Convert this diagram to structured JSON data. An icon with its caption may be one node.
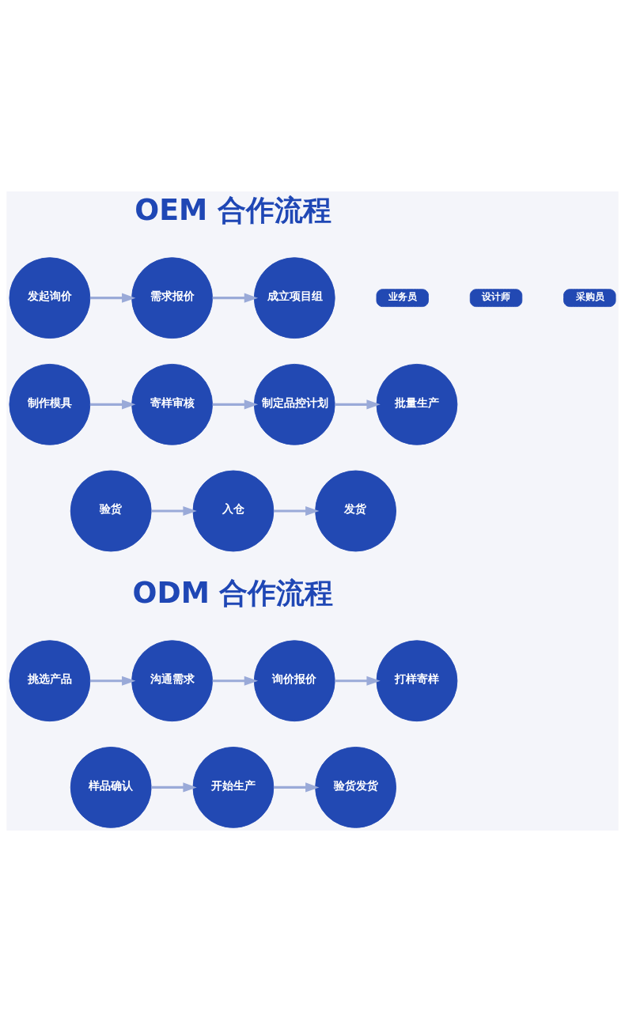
{
  "diagram": {
    "nodes": [
      {
        "text": [
          "发起询价"
        ]
      },
      {
        "text": [
          "需求报价"
        ]
      },
      {
        "text": [
          "成立项目组"
        ]
      },
      {
        "text": [
          "业务员"
        ]
      },
      {
        "text": [
          "设计师"
        ]
      },
      {
        "text": [
          "采购员"
        ]
      },
      {
        "text": [
          "制作模具"
        ]
      },
      {
        "text": [
          "寄样审核"
        ]
      },
      {
        "text": [
          "制定品控计划"
        ]
      },
      {
        "text": [
          "批量生产"
        ]
      },
      {
        "text": [
          "验货"
        ]
      },
      {
        "text": [
          "入仓"
        ]
      },
      {
        "text": [
          "发货"
        ]
      },
      {
        "text": [
          "挑选产品"
        ]
      },
      {
        "text": [
          "沟通需求"
        ]
      },
      {
        "text": [
          "询价报价"
        ]
      },
      {
        "text": [
          "打样寄样"
        ]
      },
      {
        "text": [
          "样品确认"
        ]
      },
      {
        "text": [
          "开始生产"
        ]
      },
      {
        "text": [
          "验货发货"
        ]
      }
    ],
    "edges": [
      {
        "from": 0,
        "to": 1,
        "arrow": "to"
      },
      {
        "from": 1,
        "to": 2,
        "arrow": "to"
      },
      {
        "from": 6,
        "to": 7,
        "arrow": "to"
      },
      {
        "from": 7,
        "to": 8,
        "arrow": "to"
      },
      {
        "from": 8,
        "to": 9,
        "arrow": "to"
      },
      {
        "from": 10,
        "to": 11,
        "arrow": "to"
      },
      {
        "from": 11,
        "to": 12,
        "arrow": "to"
      },
      {
        "from": 13,
        "to": 14,
        "arrow": "to"
      },
      {
        "from": 14,
        "to": 15,
        "arrow": "to"
      },
      {
        "from": 15,
        "to": 16,
        "arrow": "to"
      },
      {
        "from": 17,
        "to": 18,
        "arrow": "to"
      },
      {
        "from": 18,
        "to": 19,
        "arrow": "to"
      }
    ],
    "labels": [
      "OEM 合作流程",
      "ODM 合作流程"
    ]
  }
}
